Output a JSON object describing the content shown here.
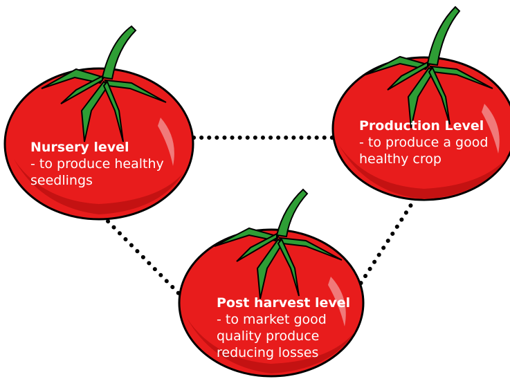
{
  "colors": {
    "tomato": "#e81c1c",
    "tomato_dark": "#c41212",
    "leaf": "#2e9e35",
    "leaf_dark": "#1f7a26",
    "outline": "#000000",
    "dots": "#000000",
    "text": "#ffffff"
  },
  "nodes": [
    {
      "id": "nursery",
      "title": "Nursery level",
      "desc": "- to produce healthy seedlings"
    },
    {
      "id": "production",
      "title": "Production Level",
      "desc": "- to produce a good healthy crop"
    },
    {
      "id": "post",
      "title": "Post harvest level",
      "desc": "- to market good quality produce reducing losses"
    }
  ],
  "connections": [
    {
      "from": "nursery",
      "to": "production",
      "style": "dotted"
    },
    {
      "from": "nursery",
      "to": "post",
      "style": "dotted"
    },
    {
      "from": "production",
      "to": "post",
      "style": "dotted"
    }
  ]
}
